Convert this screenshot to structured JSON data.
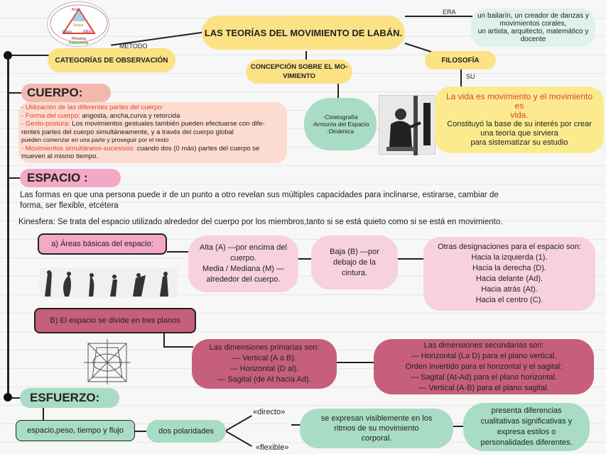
{
  "title": "LAS TEORÍAS DEL MOVIMIENTO DE LABÁN.",
  "connectors": {
    "era": "ERA",
    "metodo": "MÉTODO",
    "su": "SU"
  },
  "top_logo": {
    "words": [
      "Body",
      "Shape",
      "Space",
      "Effort",
      "Phrasing",
      "Relationship"
    ]
  },
  "era_box": [
    "un bailarín, un creador de danzas y",
    "movimientos corales,",
    "un artista, arquitecto, matemático y",
    "docente"
  ],
  "categorias": "CATEGORÍAS DE OBSERVACIÓN",
  "concepcion": [
    "CONCEPCIÓN SOBRE EL MO-",
    "VIMIENTO"
  ],
  "filosofia": "FILOSOFÍA",
  "concepcion_items": [
    "·Cinetografía",
    "·Armonía del Espacio",
    "·Dinámica"
  ],
  "filosofia_box": {
    "line1": "La vida es movimiento y el movimiento",
    "line2": "es",
    "line3": "vida.",
    "line4": "Constituyó la base de su interés por crear",
    "line5": "una teoría que sirviera",
    "line6": "para sistematizar su estudio"
  },
  "cuerpo": {
    "header": "CUERPO:",
    "l1": "- Utilización de las diferentes partes del cuerpo:",
    "l2a": "- Forma del cuerpo:",
    "l2b": " angosta, ancha,curva y retorcida",
    "l3a": "- Gesto-postura:",
    "l3b": " Los movimientos gestuales también pueden efectuarse con dife-",
    "l4": "rentes partes del cuerpo simultáneamente, y a través del cuerpo global",
    "l5": "pueden comenzar en una parte y proseguir por el resto",
    "l6a": "- Movimientos simultáneos-sucesivos:",
    "l6b": " cuando dos (0 más) partes del cuerpo se",
    "l7": "mueven al mismo tiempo."
  },
  "espacio": {
    "header": "ESPACIO :",
    "intro1": "Las formas en que una persona puede ir de un punto a otro revelan sus múltiples capacidades para inclinarse, estirarse, cambiar de",
    "intro2": "forma, ser flexible, etcétera",
    "kinesfera": "Kinesfera: Se trata del espacio utilizado alrededor del cuerpo por los miembros,tanto si se está quieto como si se está en movimiento.",
    "areas": "a) Áreas básicas del espacio:",
    "alta": [
      "Alta (A) —por encima del",
      "cuerpo.",
      "Media / Mediana (M) —",
      "alrededor del cuerpo."
    ],
    "baja": [
      "Baja (B) —por",
      "debajo de la",
      "cintura."
    ],
    "otras": [
      "Otras designaciones para el espacio son:",
      "Hacia la izquierda (1).",
      "Hacia la derecha (D).",
      "Hacia delante (Ad).",
      "Hacia atrás (At).",
      "Hacia el centro (C)."
    ],
    "planos": "B) El espacio se divide en tres planos",
    "primarias": [
      "Las dimensiones primarias son:",
      "— Vertical (A a B).",
      "— Horizontal (D al).",
      "— Sagital (de At hacia Ad)."
    ],
    "secundarias": [
      "Las dimensiones secundarias son:",
      "— Horizontal (La D) para el plano vertical.",
      "Orden invertido para el horizontal y el sagital:",
      "— Sagital (At-Ad) para el plano horizontal.",
      "— Vertical (A-B) para el plano sagital."
    ]
  },
  "esfuerzo": {
    "header": "ESFUERZO:",
    "factores": "espacio,peso, tiempo y flujo",
    "polaridades": "dos polaridades",
    "directo": "«directo»",
    "flexible": "«flexible»",
    "expresan": [
      "se expresan visiblemente en los",
      "ritmos de su movimiento",
      "corporal."
    ],
    "presenta": [
      "presenta diferencias",
      "cualitativas significativas y",
      "expresa estilos o",
      "personalidades diferentes."
    ]
  },
  "colors": {
    "yellow": "#fbe285",
    "green": "#a8dcc4",
    "pink": "#f3a8c6",
    "maroon": "#c65f7c",
    "red": "#e0412b"
  }
}
